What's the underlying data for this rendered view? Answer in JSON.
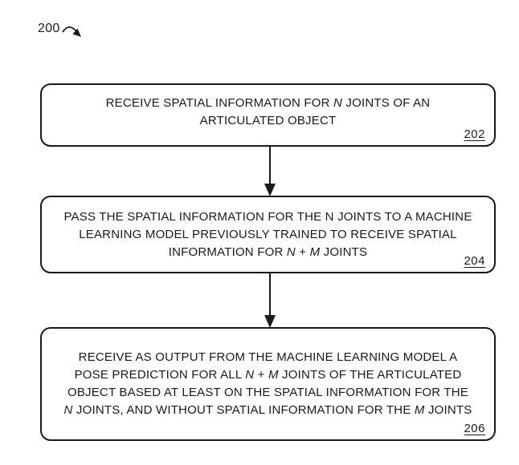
{
  "figure": {
    "ref_label": "200",
    "colors": {
      "ink": "#1a1a1a",
      "background": "#ffffff"
    },
    "icons": [
      "reference-curved-arrow-icon",
      "flow-arrowhead-icon"
    ],
    "boxes": [
      {
        "id": "202",
        "segments": [
          {
            "t": "RECEIVE SPATIAL INFORMATION FOR "
          },
          {
            "t": "N",
            "i": true
          },
          {
            "t": " JOINTS OF AN"
          },
          {
            "br": true
          },
          {
            "t": "ARTICULATED OBJECT"
          }
        ]
      },
      {
        "id": "204",
        "segments": [
          {
            "t": "PASS THE SPATIAL INFORMATION FOR THE N JOINTS TO A MACHINE"
          },
          {
            "br": true
          },
          {
            "t": "LEARNING MODEL PREVIOUSLY TRAINED TO RECEIVE SPATIAL"
          },
          {
            "br": true
          },
          {
            "t": "INFORMATION FOR "
          },
          {
            "t": "N",
            "i": true
          },
          {
            "t": " + "
          },
          {
            "t": "M",
            "i": true
          },
          {
            "t": " JOINTS"
          }
        ]
      },
      {
        "id": "206",
        "segments": [
          {
            "t": "RECEIVE AS OUTPUT FROM THE MACHINE LEARNING MODEL A"
          },
          {
            "br": true
          },
          {
            "t": "POSE PREDICTION FOR ALL "
          },
          {
            "t": "N",
            "i": true
          },
          {
            "t": " + "
          },
          {
            "t": "M",
            "i": true
          },
          {
            "t": " JOINTS OF THE ARTICULATED"
          },
          {
            "br": true
          },
          {
            "t": "OBJECT BASED AT LEAST ON THE SPATIAL INFORMATION FOR THE"
          },
          {
            "br": true
          },
          {
            "t": "N",
            "i": true
          },
          {
            "t": " JOINTS, AND WITHOUT SPATIAL INFORMATION FOR THE "
          },
          {
            "t": "M",
            "i": true
          },
          {
            "t": " JOINTS"
          }
        ]
      }
    ]
  }
}
